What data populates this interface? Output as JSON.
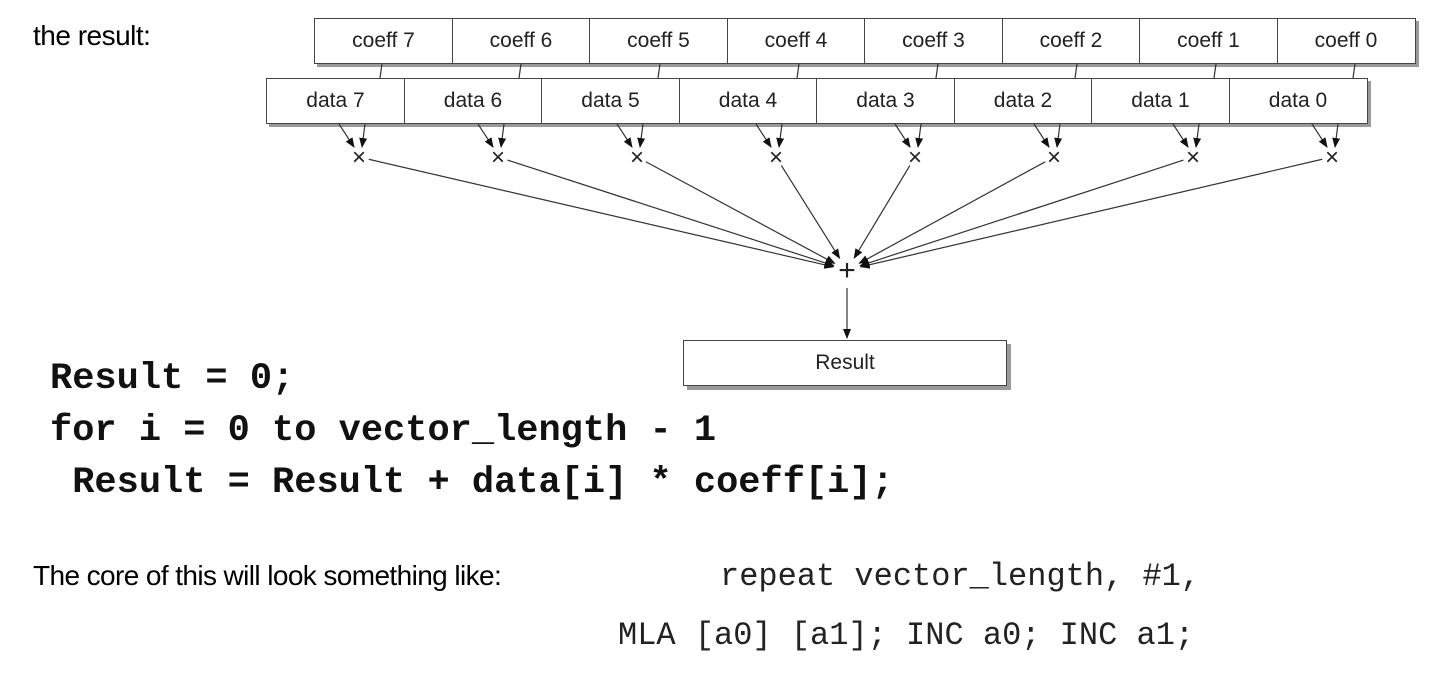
{
  "intro_text": "the result:",
  "coeff_cells": [
    "coeff 7",
    "coeff 6",
    "coeff 5",
    "coeff 4",
    "coeff 3",
    "coeff 2",
    "coeff 1",
    "coeff 0"
  ],
  "data_cells": [
    "data 7",
    "data 6",
    "data 5",
    "data 4",
    "data 3",
    "data 2",
    "data 1",
    "data 0"
  ],
  "multiply_symbol": "×",
  "sum_symbol": "+",
  "result_label": "Result",
  "code": {
    "line1": "Result = 0;",
    "line2": "for i = 0 to vector_length - 1",
    "line3": " Result = Result + data[i] * coeff[i];"
  },
  "core": {
    "label": "The core of this will look something like:",
    "line1": "repeat vector_length, #1,",
    "line2": "MLA [a0] [a1]; INC a0; INC a1;"
  }
}
